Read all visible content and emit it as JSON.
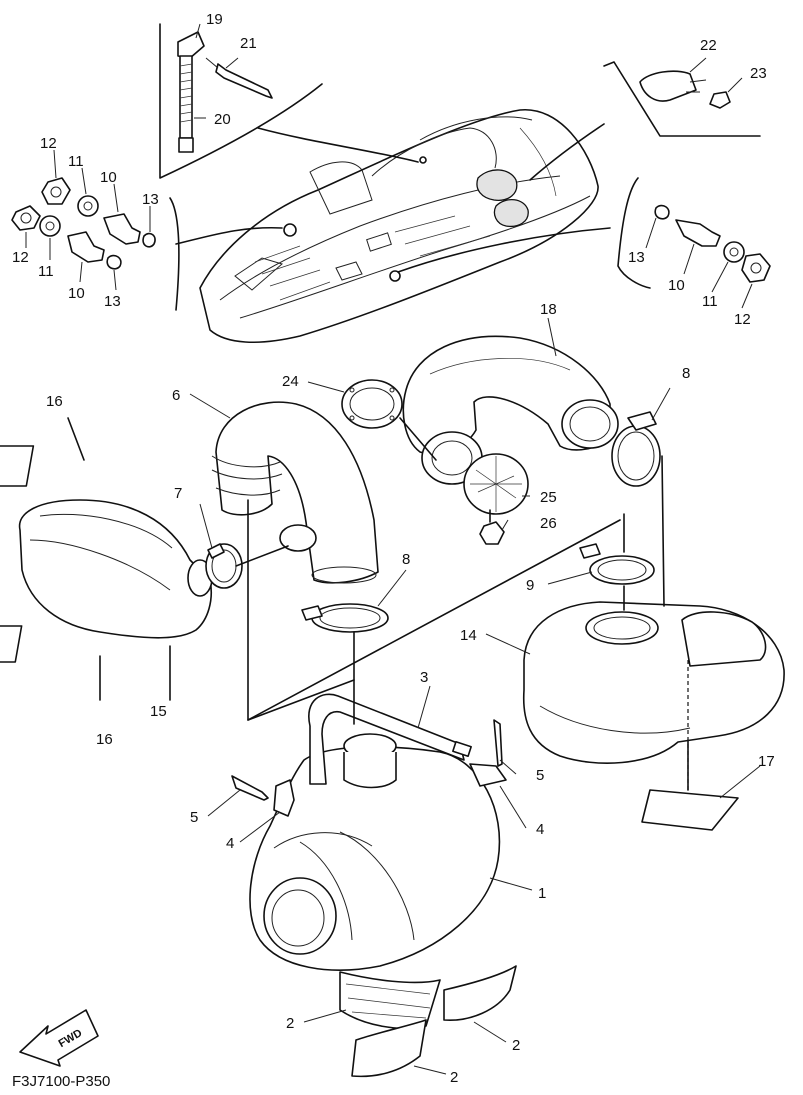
{
  "diagram_code": "F3J7100-P350",
  "fwd_label": "FWD",
  "callouts": {
    "c1": "1",
    "c2a": "2",
    "c2b": "2",
    "c2c": "2",
    "c3": "3",
    "c4a": "4",
    "c4b": "4",
    "c5a": "5",
    "c5b": "5",
    "c6": "6",
    "c7": "7",
    "c8a": "8",
    "c8b": "8",
    "c9": "9",
    "c10a": "10",
    "c10b": "10",
    "c10c": "10",
    "c11a": "11",
    "c11b": "11",
    "c11c": "11",
    "c12a": "12",
    "c12b": "12",
    "c12c": "12",
    "c13a": "13",
    "c13b": "13",
    "c13c": "13",
    "c14": "14",
    "c15": "15",
    "c16a": "16",
    "c16b": "16",
    "c17": "17",
    "c18": "18",
    "c19": "19",
    "c20": "20",
    "c21": "21",
    "c22": "22",
    "c23": "23",
    "c24": "24",
    "c25": "25",
    "c26": "26"
  }
}
